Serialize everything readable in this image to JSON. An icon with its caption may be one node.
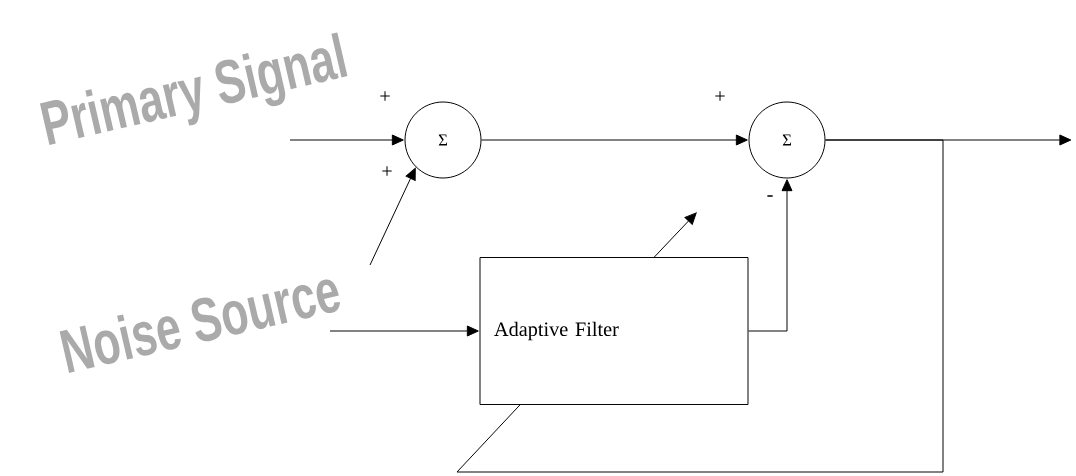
{
  "diagram": {
    "nodes": [
      {
        "text": [
          "Primary Signal"
        ]
      },
      {
        "text": [
          "Σ"
        ]
      },
      {
        "text": [
          "Σ"
        ]
      },
      {
        "text": [
          "Noise Source"
        ]
      },
      {
        "text": [
          "Adaptive Filter"
        ]
      }
    ],
    "edges": [
      {
        "from": 0,
        "to": 1,
        "arrow": "to"
      },
      {
        "from": 3,
        "to": 1,
        "arrow": "to"
      },
      {
        "from": 1,
        "to": 2,
        "arrow": "to"
      },
      {
        "from": 3,
        "to": 4,
        "arrow": "to"
      },
      {
        "from": 4,
        "to": 2,
        "arrow": "to"
      },
      {
        "from": 2,
        "to": null,
        "arrow": "to"
      },
      {
        "from": 2,
        "to": 4,
        "arrow": "none"
      }
    ],
    "labels": [
      "+",
      "+",
      "+",
      "-"
    ]
  }
}
